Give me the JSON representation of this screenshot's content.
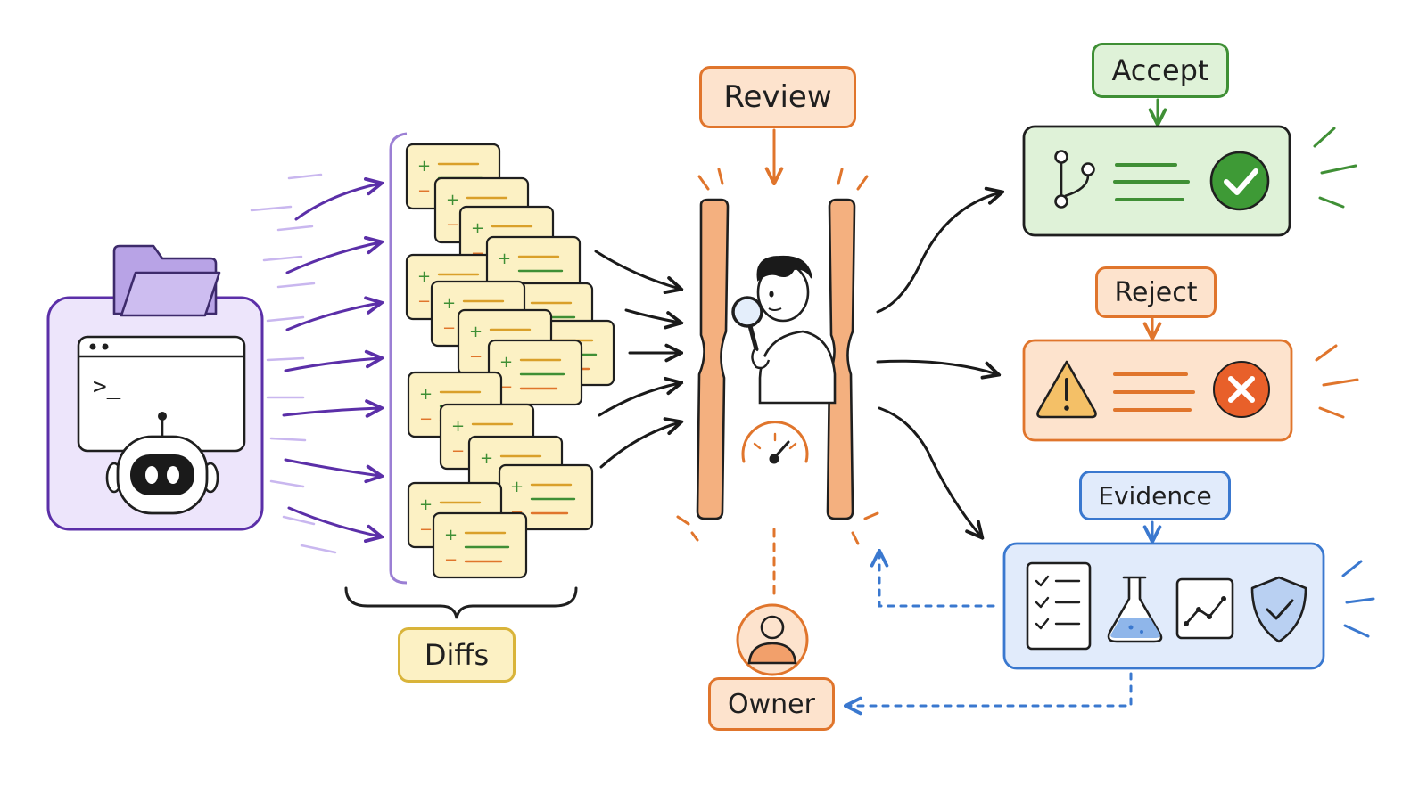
{
  "labels": {
    "review": "Review",
    "accept": "Accept",
    "reject": "Reject",
    "evidence": "Evidence",
    "diffs": "Diffs",
    "owner": "Owner"
  },
  "terminal_prompt": ">_",
  "diff_card_symbols": {
    "added": "+",
    "removed": "−"
  },
  "colors": {
    "agent": "#7e57c2",
    "diffs": "#d9b43a",
    "review": "#e0752c",
    "accept": "#3f8f35",
    "reject": "#e0752c",
    "evidence": "#3a78cf"
  },
  "icons": {
    "agent": [
      "folder-icon",
      "terminal-window-icon",
      "robot-icon"
    ],
    "review": [
      "person-with-magnifier-icon",
      "gauge-icon"
    ],
    "accept": [
      "git-branch-icon",
      "checkmark-circle-icon"
    ],
    "reject": [
      "warning-triangle-icon",
      "x-circle-icon"
    ],
    "evidence": [
      "checklist-icon",
      "flask-icon",
      "line-chart-icon",
      "shield-check-icon"
    ],
    "owner": [
      "user-icon"
    ]
  }
}
